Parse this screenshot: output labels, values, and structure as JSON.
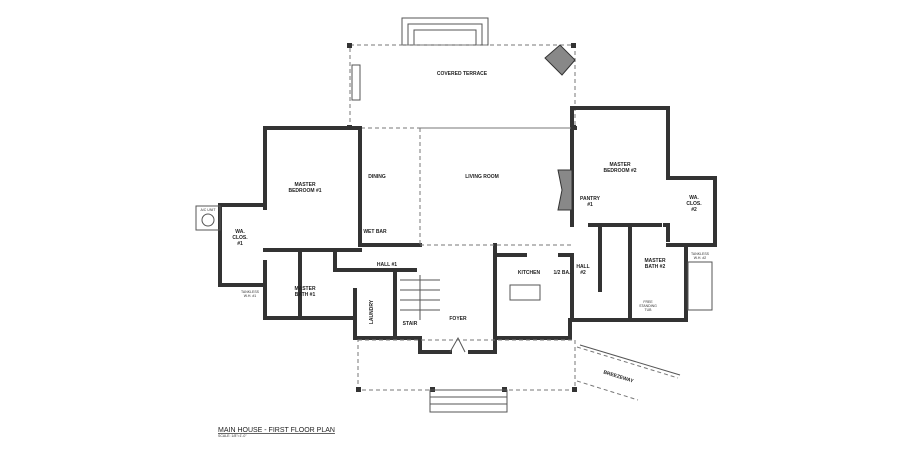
{
  "plan": {
    "title": "MAIN HOUSE - FIRST FLOOR PLAN",
    "scale": "SCALE: 1/8\"=1'-0\"",
    "rooms": {
      "covered_terrace": "COVERED TERRACE",
      "master_bedroom_1": [
        "MASTER",
        "BEDROOM #1"
      ],
      "dining": "DINING",
      "living_room": "LIVING ROOM",
      "master_bedroom_2": [
        "MASTER",
        "BEDROOM #2"
      ],
      "wa_clos_1": [
        "WA.",
        "CLOS.",
        "#1"
      ],
      "wa_clos_2": [
        "WA.",
        "CLOS.",
        "#2"
      ],
      "wet_bar": "WET BAR",
      "hall_1": "HALL #1",
      "hall_2": [
        "HALL",
        "#2"
      ],
      "master_bath_1": [
        "MASTER",
        "BATH #1"
      ],
      "master_bath_2": [
        "MASTER",
        "BATH #2"
      ],
      "laundry": "LAUNDRY",
      "stair": "STAIR",
      "foyer": "FOYER",
      "kitchen": "KITCHEN",
      "half_bath": "1/2 BA.",
      "pantry": [
        "PANTRY",
        "#1"
      ],
      "tub": [
        "FREE",
        "STANDING",
        "TUB"
      ],
      "tankless_1": [
        "TANKLESS",
        "W.H. #1"
      ],
      "tankless_2": [
        "TANKLESS",
        "W.H. #2"
      ],
      "ac_unit": "A/C UNIT",
      "breezeway": "BREEZEWAY"
    }
  }
}
